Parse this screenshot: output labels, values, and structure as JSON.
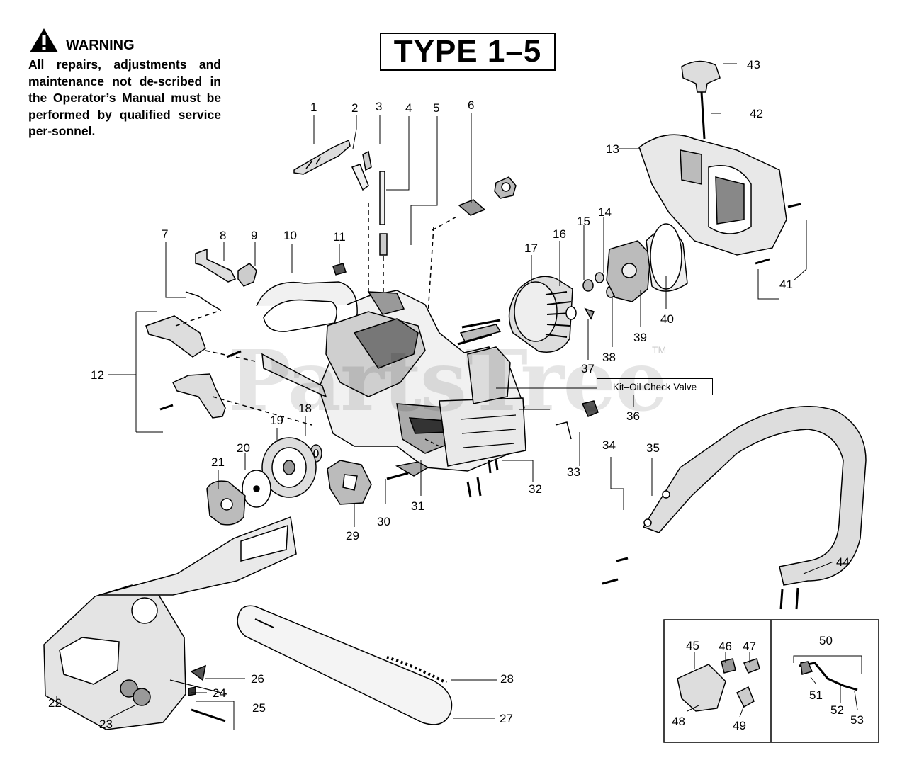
{
  "warning": {
    "title": "WARNING",
    "text": "All repairs, adjustments and maintenance not de-scribed in the Operator’s Manual must be performed by qualified service per-sonnel."
  },
  "type_label": "TYPE 1–5",
  "kit_label": "Kit–Oil Check Valve",
  "watermark": "PartsTree",
  "watermark_tm": "TM",
  "callouts": [
    "1",
    "2",
    "3",
    "4",
    "5",
    "6",
    "7",
    "8",
    "9",
    "10",
    "11",
    "12",
    "13",
    "14",
    "15",
    "16",
    "17",
    "18",
    "19",
    "20",
    "21",
    "22",
    "23",
    "24",
    "25",
    "26",
    "27",
    "28",
    "29",
    "30",
    "31",
    "32",
    "33",
    "34",
    "35",
    "36",
    "37",
    "38",
    "39",
    "40",
    "41",
    "42",
    "43",
    "44",
    "45",
    "46",
    "47",
    "48",
    "49",
    "50",
    "51",
    "52",
    "53"
  ]
}
